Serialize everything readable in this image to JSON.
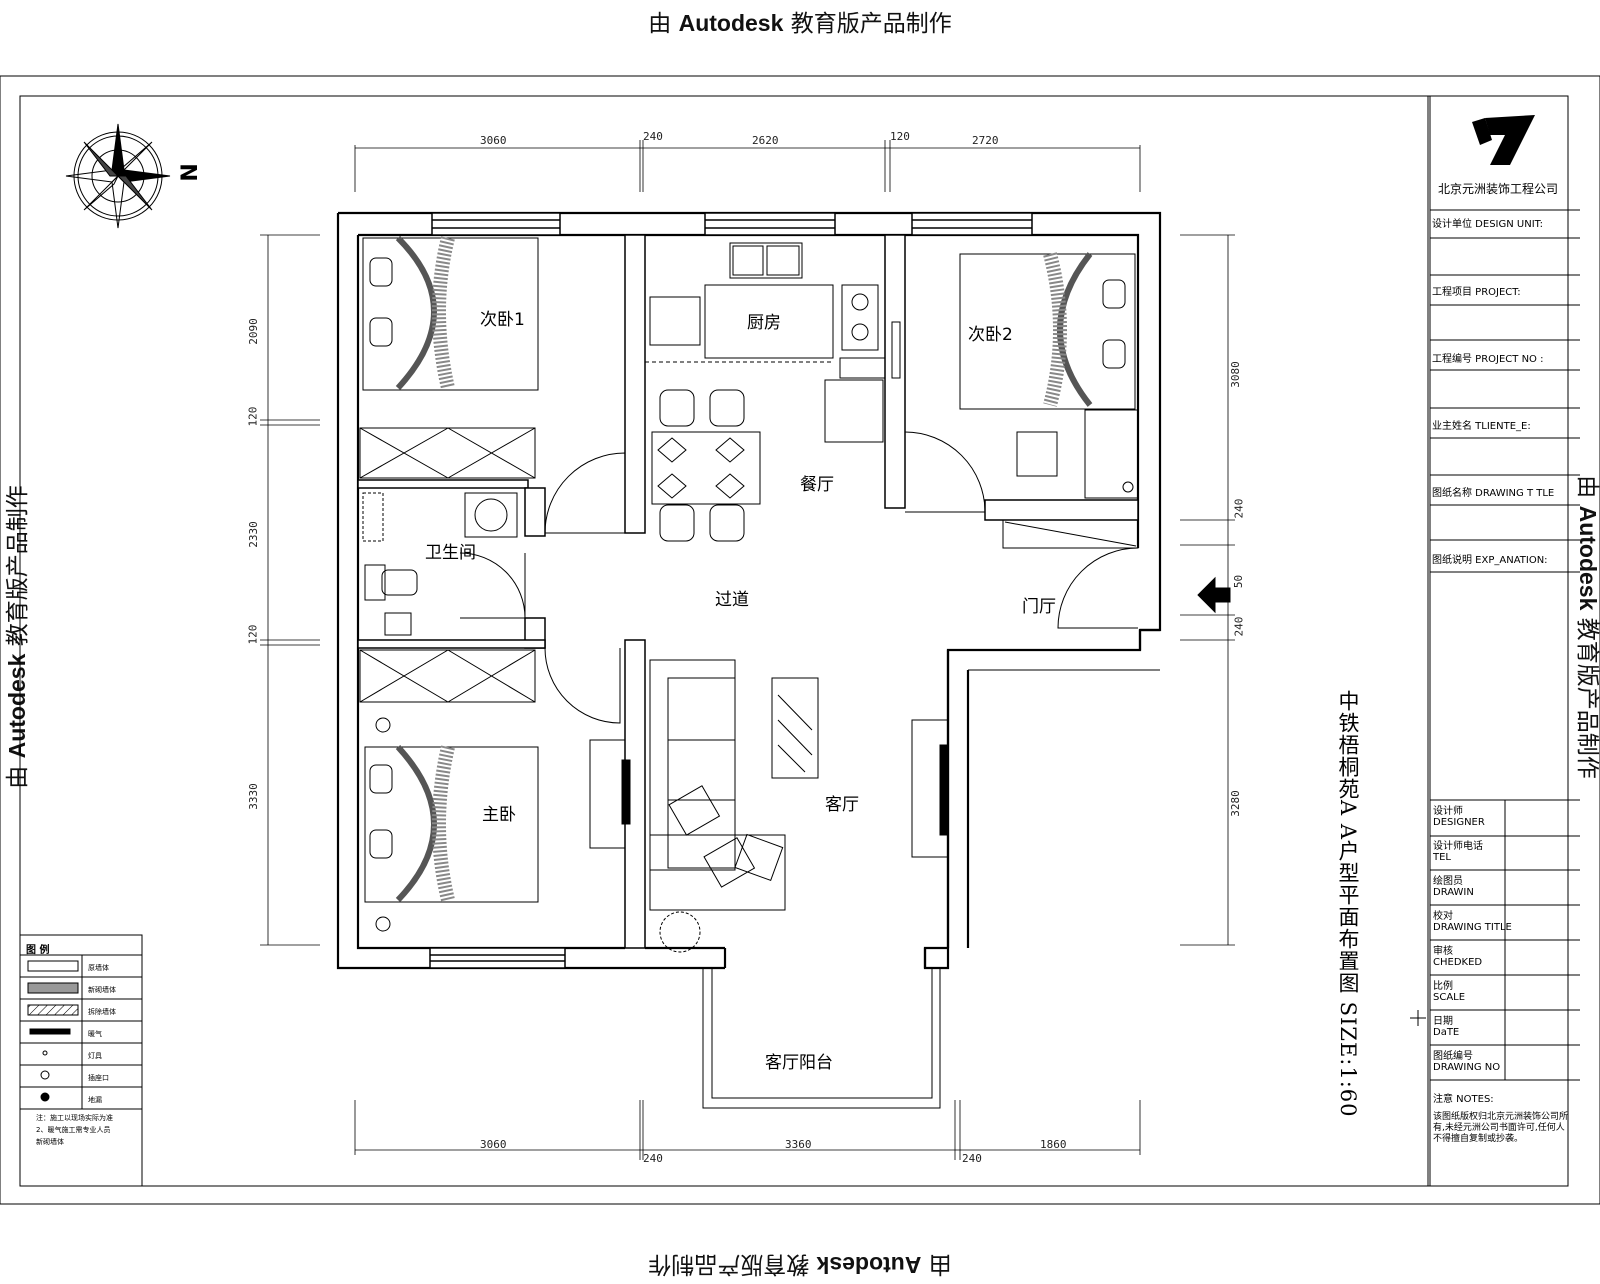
{
  "watermark": {
    "prefix": "由",
    "brand": "Autodesk",
    "suffix": "教育版产品制作"
  },
  "north_label": "N",
  "company": "北京元洲装饰工程公司",
  "title_block": {
    "fields": [
      "设计单位 DESIGN UNIT:",
      "工程项目 PROJECT:",
      "工程编号 PROJECT NO :",
      "业主姓名 TLIENTE_E:",
      "图纸名称 DRAWING T TLE",
      "图纸说明 EXP_ANATION:"
    ],
    "sign_rows": [
      {
        "cn": "设计师",
        "en": "DESIGNER"
      },
      {
        "cn": "设计师电话",
        "en": "TEL"
      },
      {
        "cn": "绘图员",
        "en": "DRAWIN"
      },
      {
        "cn": "校对",
        "en": "DRAWING TITLE"
      },
      {
        "cn": "审核",
        "en": "CHEDKED"
      },
      {
        "cn": "比例",
        "en": "SCALE"
      },
      {
        "cn": "日期",
        "en": "DaTE"
      },
      {
        "cn": "图纸编号",
        "en": "DRAWING NO"
      }
    ],
    "notes_label": "注意 NOTES:",
    "notes_text": "该图纸版权归北京元洲装饰公司所有,未经元洲公司书面许可,任何人不得擅自复制或抄袭。"
  },
  "drawing_title": "中铁梧桐苑A A户型平面布置图  SIZE:1:60",
  "rooms": {
    "bedroom2_left": "次卧1",
    "kitchen": "厨房",
    "bedroom2_right": "次卧2",
    "dining": "餐厅",
    "bathroom": "卫生间",
    "hallway": "过道",
    "foyer": "门厅",
    "master": "主卧",
    "living": "客厅",
    "balcony": "客厅阳台"
  },
  "dims_top": [
    "3060",
    "240",
    "2620",
    "120",
    "2720"
  ],
  "dims_bottom": [
    "3060",
    "240",
    "3360",
    "240",
    "1860"
  ],
  "dims_left": [
    "2090",
    "120",
    "2330",
    "120",
    "3330"
  ],
  "dims_right": [
    "3080",
    "240",
    "50",
    "240",
    "3280"
  ],
  "legend": {
    "title": "图    例",
    "items": [
      "原墙体",
      "新砌墙体",
      "拆除墙体",
      "暖气",
      "灯具",
      "插座口",
      "地漏"
    ],
    "notes": [
      "注：施工以现场实际为准",
      "2、暖气施工需专业人员",
      "新砌墙体"
    ]
  }
}
